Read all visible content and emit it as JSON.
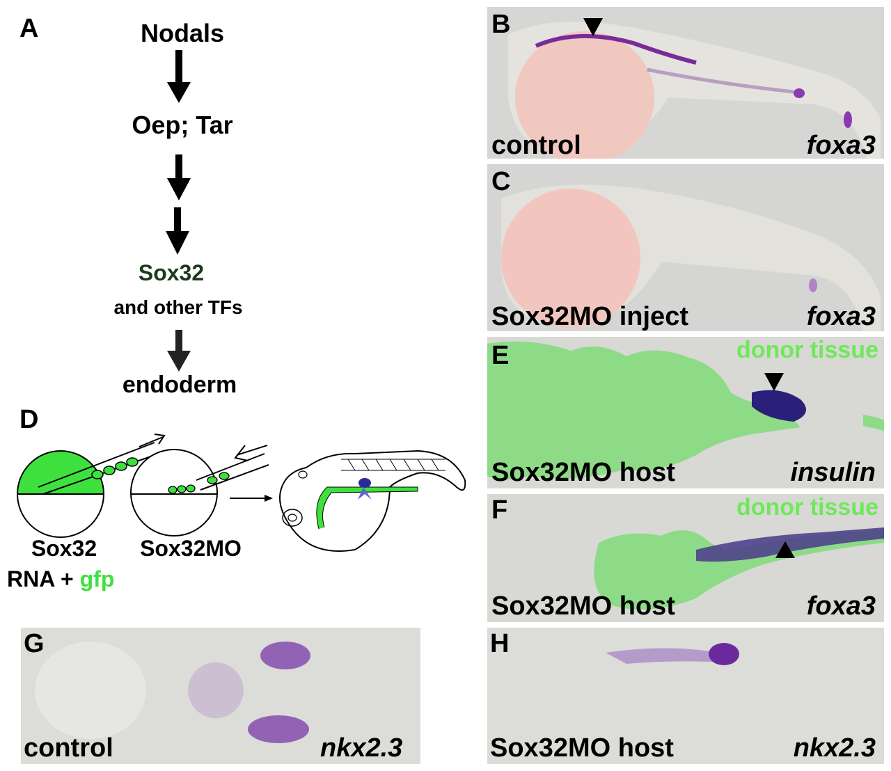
{
  "panel_a": {
    "letter": "A",
    "nodes": [
      "Nodals",
      "Oep; Tar",
      "Sox32",
      "and other TFs",
      "endoderm"
    ],
    "sox32_color": "#1c3a1c"
  },
  "panel_b": {
    "letter": "B",
    "condition": "control",
    "gene": "foxa3"
  },
  "panel_c": {
    "letter": "C",
    "condition": "Sox32MO inject",
    "gene": "foxa3"
  },
  "panel_d": {
    "letter": "D",
    "donor_label": "Sox32",
    "donor_label_2": "RNA + ",
    "donor_label_gfp": "gfp",
    "host_label": "Sox32MO",
    "gfp_color": "#3ee03e"
  },
  "panel_e": {
    "letter": "E",
    "condition": "Sox32MO host",
    "gene": "insulin",
    "overlay": "donor tissue"
  },
  "panel_f": {
    "letter": "F",
    "condition": "Sox32MO host",
    "gene": "foxa3",
    "overlay": "donor tissue"
  },
  "panel_g": {
    "letter": "G",
    "condition": "control",
    "gene": "nkx2.3"
  },
  "panel_h": {
    "letter": "H",
    "condition": "Sox32MO host",
    "gene": "nkx2.3"
  },
  "colors": {
    "stain": "#6a2a9e",
    "donor_green": "#7ee07a",
    "yolk": "#f0c4c0"
  }
}
